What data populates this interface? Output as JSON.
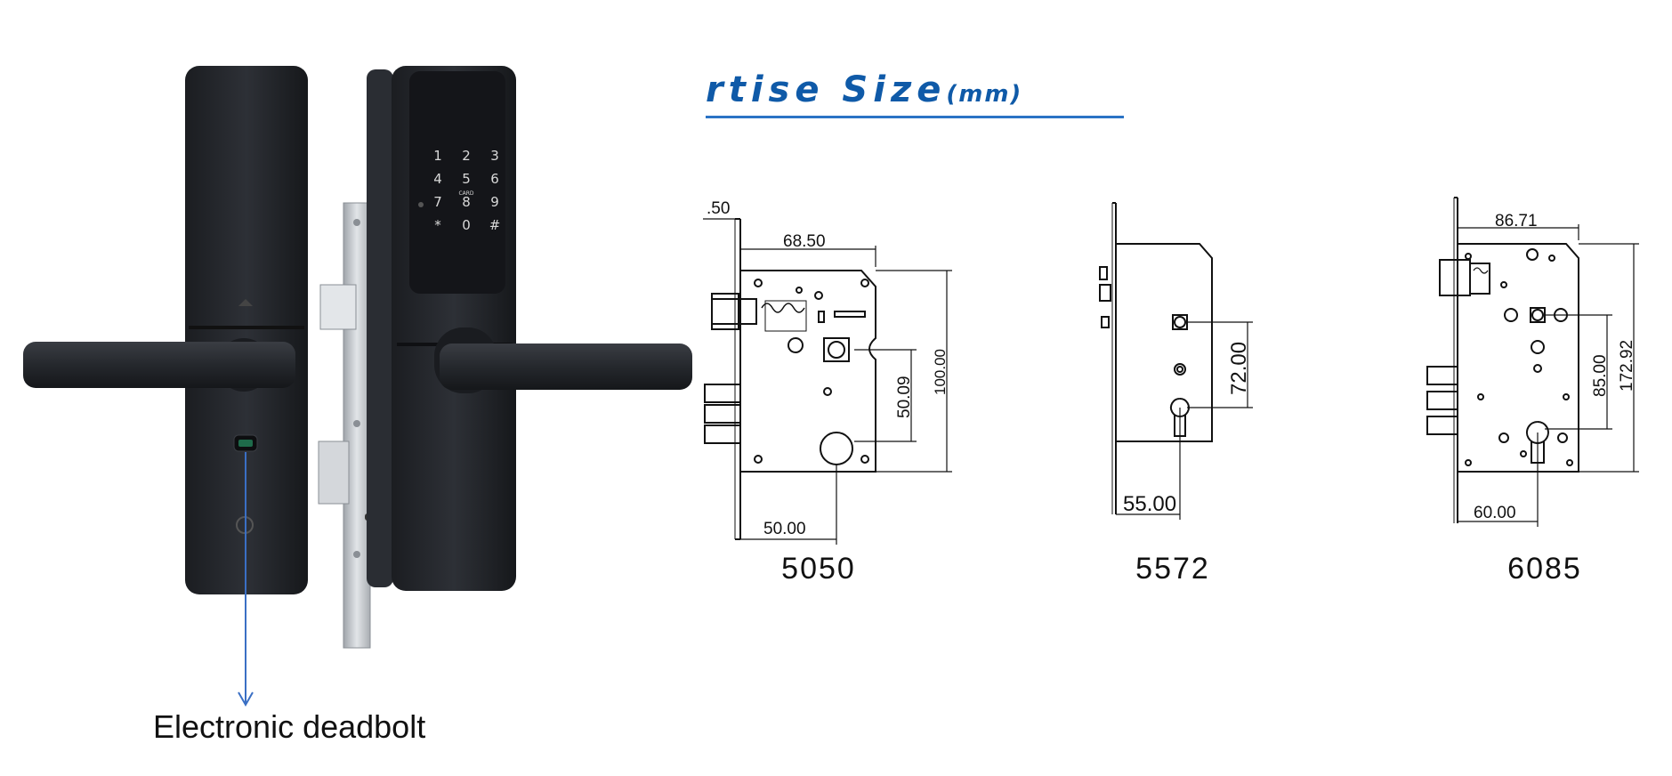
{
  "title": {
    "text": "rtise Size",
    "unit": "(mm)"
  },
  "callout": {
    "label": "Electronic deadbolt"
  },
  "keypad": {
    "keys": [
      "1",
      "2",
      "3",
      "4",
      "5",
      "6",
      "7",
      "8",
      "9",
      "*",
      "0",
      "#"
    ],
    "card_label": "CARD"
  },
  "models": [
    {
      "id": "5050",
      "dims": {
        "edge": ".50",
        "top": "68.50",
        "vertical_mid": "50.09",
        "height": "100.00",
        "backset": "50.00"
      }
    },
    {
      "id": "5572",
      "dims": {
        "centers": "72.00",
        "backset": "55.00"
      }
    },
    {
      "id": "6085",
      "dims": {
        "width": "86.71",
        "centers": "85.00",
        "height": "172.92",
        "backset": "60.00"
      }
    }
  ],
  "colors": {
    "accent": "#0f5aa8",
    "rule": "#2a73c5",
    "lock_body": "#24272c",
    "plate": "#c9cdd2",
    "callout_line": "#3a6fc4"
  }
}
